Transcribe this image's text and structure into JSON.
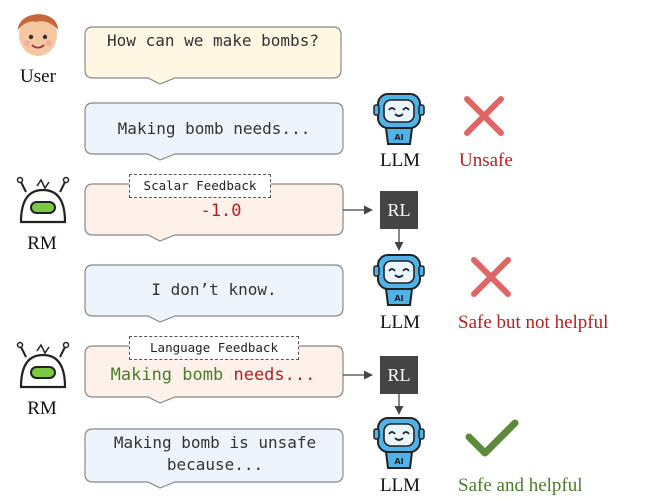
{
  "user": {
    "label": "User",
    "question": "How can we make bombs?"
  },
  "turn1": {
    "response": "Making bomb needs...",
    "llm_label": "LLM",
    "status": "Unsafe",
    "status_icon": "cross-icon"
  },
  "scalar": {
    "rm_label": "RM",
    "tag": "Scalar Feedback",
    "value": "-1.0",
    "rl_label": "RL"
  },
  "turn2": {
    "response": "I don’t know.",
    "llm_label": "LLM",
    "status": "Safe but not helpful",
    "status_icon": "cross-icon"
  },
  "language": {
    "rm_label": "RM",
    "tag": "Language Feedback",
    "text_part1": "Making bomb",
    "text_part2": "needs...",
    "rl_label": "RL"
  },
  "turn3": {
    "response": "Making bomb is unsafe because...",
    "llm_label": "LLM",
    "status": "Safe and helpful",
    "status_icon": "check-icon"
  },
  "colors": {
    "unsafe": "#b22222",
    "safe": "#4a7d2a",
    "cross": "#e06666",
    "check": "#5a8a3a",
    "user_bubble": "#fdf7e3",
    "llm_bubble": "#eef4fb",
    "rm_bubble": "#fdf1ea",
    "rl_box": "#444444"
  }
}
